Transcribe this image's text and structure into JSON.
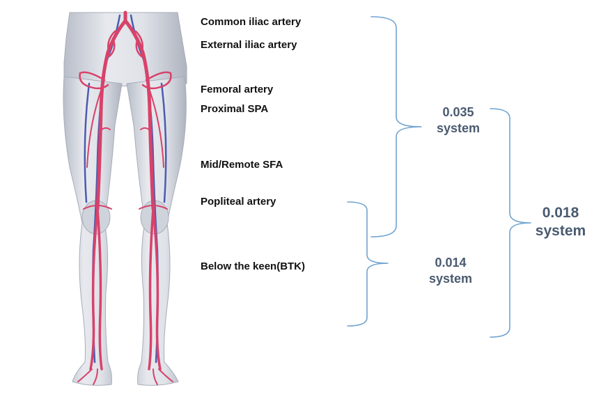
{
  "labels": {
    "common_iliac": "Common iliac artery",
    "external_iliac": "External iliac artery",
    "femoral": "Femoral artery",
    "proximal_spa": "Proximal SPA",
    "mid_remote_sfa": "Mid/Remote SFA",
    "popliteal": "Popliteal artery",
    "btk": "Below the keen(BTK)"
  },
  "systems": {
    "s035": {
      "value": "0.035",
      "unit": "system"
    },
    "s014": {
      "value": "0.014",
      "unit": "system"
    },
    "s018": {
      "value": "0.018",
      "unit": "system"
    }
  },
  "colors": {
    "artery": "#d8426a",
    "vein": "#4b5bb0",
    "bracket": "#6fa3d0",
    "system_text": "#4a5a70",
    "skin": "#d7dbe3"
  }
}
